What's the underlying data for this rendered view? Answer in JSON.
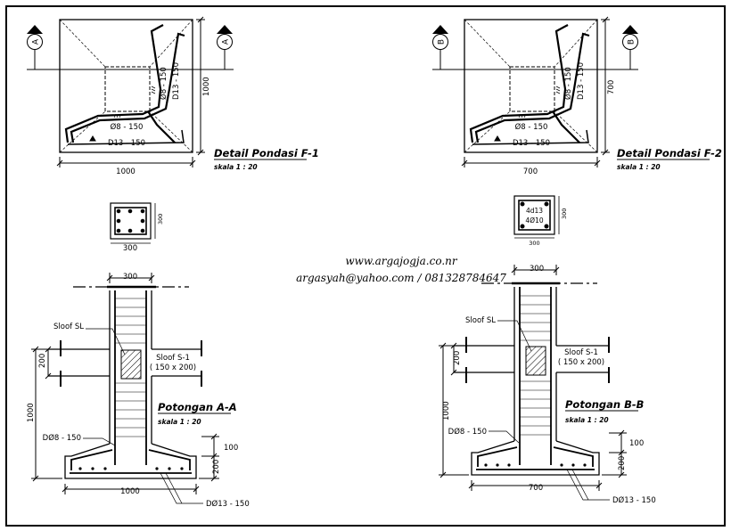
{
  "website": "www.argajogja.co.nr",
  "contact": "argasyah@yahoo.com / 081328784647",
  "f1": {
    "title": "Detail Pondasi F-1",
    "scale": "skala 1 : 20",
    "width_dim": "1000",
    "height_dim": "1000",
    "rebar_top": "Ø8 - 150",
    "rebar_bottom": "D13 - 150",
    "rebar_side_a": "Ø8 - 150",
    "rebar_side_b": "D13 - 150",
    "section_marker": "A"
  },
  "f2": {
    "title": "Detail Pondasi F-2",
    "scale": "skala 1 : 20",
    "width_dim": "700",
    "height_dim": "700",
    "rebar_top": "Ø8 - 150",
    "rebar_bottom": "D13 - 150",
    "rebar_side_a": "Ø8 - 150",
    "rebar_side_b": "D13 - 150",
    "section_marker": "B"
  },
  "col1": {
    "width_dim": "300",
    "height_dim": "300"
  },
  "col2": {
    "width_dim": "300",
    "height_dim": "300",
    "rebar_main": "4d13",
    "rebar_tie": "4Ø10"
  },
  "secA": {
    "title": "Potongan A-A",
    "scale": "skala 1 : 20",
    "col_dim": "300",
    "sloof_sl": "Sloof SL",
    "sloof_s1": "Sloof S-1",
    "sloof_s1_size": "( 150 x 200)",
    "dim_200_sloof": "200",
    "dim_total_h": "1000",
    "dim_100": "100",
    "dim_200_base": "200",
    "dim_base_w": "1000",
    "rebar_tie": "DØ8 - 150",
    "rebar_bottom": "DØ13 - 150"
  },
  "secB": {
    "title": "Potongan B-B",
    "scale": "skala 1 : 20",
    "col_dim": "300",
    "sloof_sl": "Sloof SL",
    "sloof_s1": "Sloof S-1",
    "sloof_s1_size": "( 150 x 200)",
    "dim_200_sloof": "200",
    "dim_total_h": "1000",
    "dim_100": "100",
    "dim_200_base": "200",
    "dim_base_w": "700",
    "rebar_tie": "DØ8 - 150",
    "rebar_bottom": "DØ13 - 150"
  }
}
